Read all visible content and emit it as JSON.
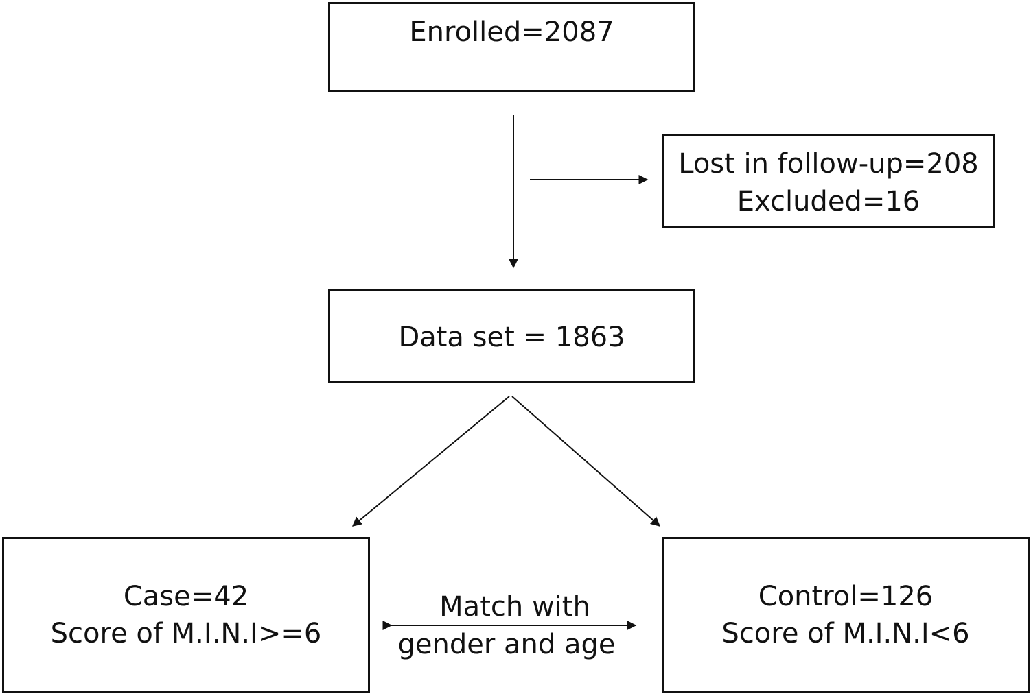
{
  "boxes": {
    "enrolled": {
      "line1": "Enrolled=2087"
    },
    "lost": {
      "line1": "Lost in follow-up=208",
      "line2": "Excluded=16"
    },
    "dataset": {
      "line1": "Data set = 1863"
    },
    "case": {
      "line1": "Case=42",
      "line2": "Score of M.I.N.I>=6"
    },
    "control": {
      "line1": "Control=126",
      "line2": "Score of M.I.N.I<6"
    }
  },
  "match": {
    "line1": "Match with",
    "line2": "gender and age"
  }
}
